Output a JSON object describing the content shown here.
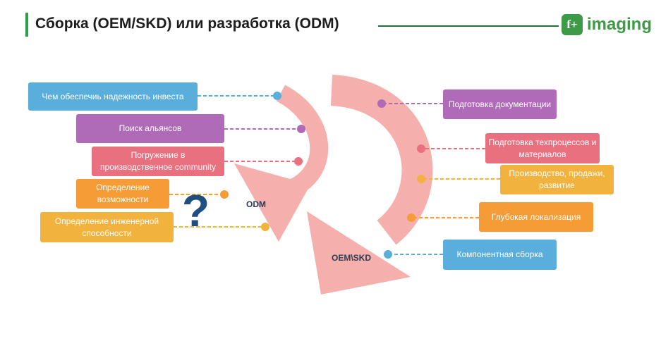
{
  "header": {
    "title": "Сборка (OEM/SKD) или разработка (ODM)",
    "logo_mark": "f+",
    "logo_text": "imaging"
  },
  "diagram": {
    "odm_label": "ODM",
    "oem_label": "OEM\\SKD",
    "question_mark": "?",
    "odm_items": [
      {
        "label": "Чем обеспечиь надежность инвеста",
        "color": "#5aaedc"
      },
      {
        "label": "Поиск альянсов",
        "color": "#b06bb8"
      },
      {
        "label": "Погружение в производственное community",
        "color": "#e9707e"
      },
      {
        "label": "Определение возможности",
        "color": "#f59c36"
      },
      {
        "label": "Определение инженерной способности",
        "color": "#f2b23e"
      }
    ],
    "oem_items": [
      {
        "label": "Подготовка документации",
        "color": "#b06bb8"
      },
      {
        "label": "Подготовка техпроцессов и материалов",
        "color": "#e9707e"
      },
      {
        "label": "Производство, продажи, развитие",
        "color": "#f2b23e"
      },
      {
        "label": "Глубокая локализация",
        "color": "#f59c36"
      },
      {
        "label": "Компонентная сборка",
        "color": "#5aaedc"
      }
    ],
    "arrow_color": "#f5b0ad"
  }
}
